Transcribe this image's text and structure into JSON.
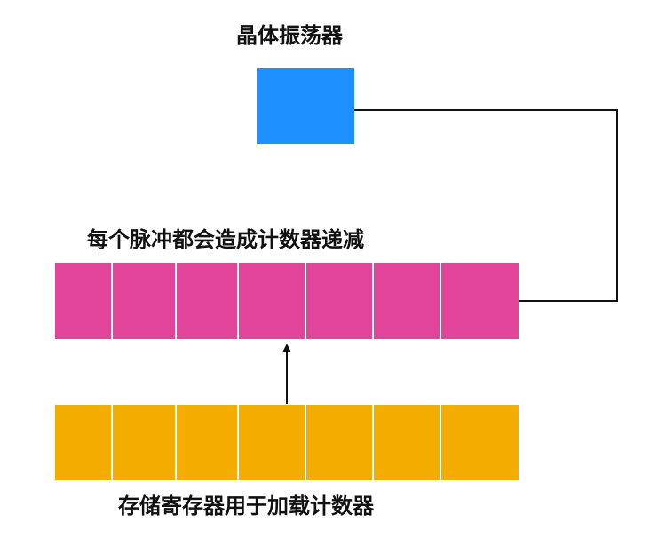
{
  "labels": {
    "oscillator": "晶体振荡器",
    "counter": "每个脉冲都会造成计数器递减",
    "register": "存储寄存器用于加载计数器"
  },
  "colors": {
    "oscillator": "#1e90ff",
    "counter": "#e2449a",
    "register": "#f2ad00",
    "line": "#111111"
  },
  "counter_cells": 7,
  "register_cells": 7
}
